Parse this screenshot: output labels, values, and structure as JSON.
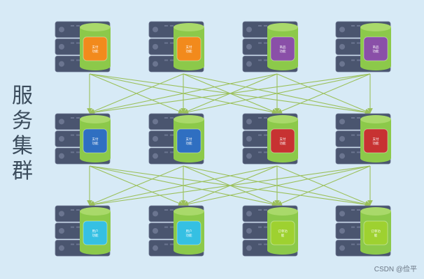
{
  "title_chars": [
    "服",
    "务",
    "集",
    "群"
  ],
  "watermark": "CSDN @俭平",
  "colors": {
    "background": "#d7eaf6",
    "server_body": "#4a556f",
    "server_light": "#6b7590",
    "cylinder": "#8cc94a",
    "cylinder_top": "#a9d96a",
    "arrow": "#9bc05a",
    "orange": "#f28a1c",
    "purple": "#8a4fa8",
    "blue": "#2f6fc1",
    "red": "#c73232",
    "cyan": "#35c0e3",
    "lime": "#9ed130"
  },
  "rows": [
    {
      "nodes": [
        {
          "color": "orange",
          "label1": "支付",
          "label2": "功能"
        },
        {
          "color": "orange",
          "label1": "支付",
          "label2": "功能"
        },
        {
          "color": "purple",
          "label1": "商品",
          "label2": "功能"
        },
        {
          "color": "purple",
          "label1": "商品",
          "label2": "功能"
        }
      ]
    },
    {
      "nodes": [
        {
          "color": "blue",
          "label1": "支付",
          "label2": "功能"
        },
        {
          "color": "blue",
          "label1": "支付",
          "label2": "功能"
        },
        {
          "color": "red",
          "label1": "支付",
          "label2": "功能"
        },
        {
          "color": "red",
          "label1": "支付",
          "label2": "功能"
        }
      ]
    },
    {
      "nodes": [
        {
          "color": "cyan",
          "label1": "用户",
          "label2": "功能"
        },
        {
          "color": "cyan",
          "label1": "用户",
          "label2": "功能"
        },
        {
          "color": "lime",
          "label1": "订单功",
          "label2": "能"
        },
        {
          "color": "lime",
          "label1": "订单功",
          "label2": "能"
        }
      ]
    }
  ],
  "edges": [
    [
      [
        0,
        0
      ],
      [
        1,
        0
      ]
    ],
    [
      [
        0,
        0
      ],
      [
        1,
        1
      ]
    ],
    [
      [
        0,
        0
      ],
      [
        1,
        2
      ]
    ],
    [
      [
        0,
        0
      ],
      [
        1,
        3
      ]
    ],
    [
      [
        0,
        1
      ],
      [
        1,
        0
      ]
    ],
    [
      [
        0,
        1
      ],
      [
        1,
        1
      ]
    ],
    [
      [
        0,
        1
      ],
      [
        1,
        2
      ]
    ],
    [
      [
        0,
        1
      ],
      [
        1,
        3
      ]
    ],
    [
      [
        0,
        2
      ],
      [
        1,
        0
      ]
    ],
    [
      [
        0,
        2
      ],
      [
        1,
        1
      ]
    ],
    [
      [
        0,
        2
      ],
      [
        1,
        2
      ]
    ],
    [
      [
        0,
        2
      ],
      [
        1,
        3
      ]
    ],
    [
      [
        0,
        3
      ],
      [
        1,
        0
      ]
    ],
    [
      [
        0,
        3
      ],
      [
        1,
        1
      ]
    ],
    [
      [
        0,
        3
      ],
      [
        1,
        2
      ]
    ],
    [
      [
        0,
        3
      ],
      [
        1,
        3
      ]
    ],
    [
      [
        1,
        0
      ],
      [
        2,
        0
      ]
    ],
    [
      [
        1,
        0
      ],
      [
        2,
        1
      ]
    ],
    [
      [
        1,
        0
      ],
      [
        2,
        2
      ]
    ],
    [
      [
        1,
        0
      ],
      [
        2,
        3
      ]
    ],
    [
      [
        1,
        1
      ],
      [
        2,
        0
      ]
    ],
    [
      [
        1,
        1
      ],
      [
        2,
        1
      ]
    ],
    [
      [
        1,
        1
      ],
      [
        2,
        2
      ]
    ],
    [
      [
        1,
        1
      ],
      [
        2,
        3
      ]
    ],
    [
      [
        1,
        2
      ],
      [
        2,
        0
      ]
    ],
    [
      [
        1,
        2
      ],
      [
        2,
        1
      ]
    ],
    [
      [
        1,
        2
      ],
      [
        2,
        2
      ]
    ],
    [
      [
        1,
        2
      ],
      [
        2,
        3
      ]
    ],
    [
      [
        1,
        3
      ],
      [
        2,
        0
      ]
    ],
    [
      [
        1,
        3
      ],
      [
        2,
        1
      ]
    ],
    [
      [
        1,
        3
      ],
      [
        2,
        2
      ]
    ],
    [
      [
        1,
        3
      ],
      [
        2,
        3
      ]
    ]
  ]
}
